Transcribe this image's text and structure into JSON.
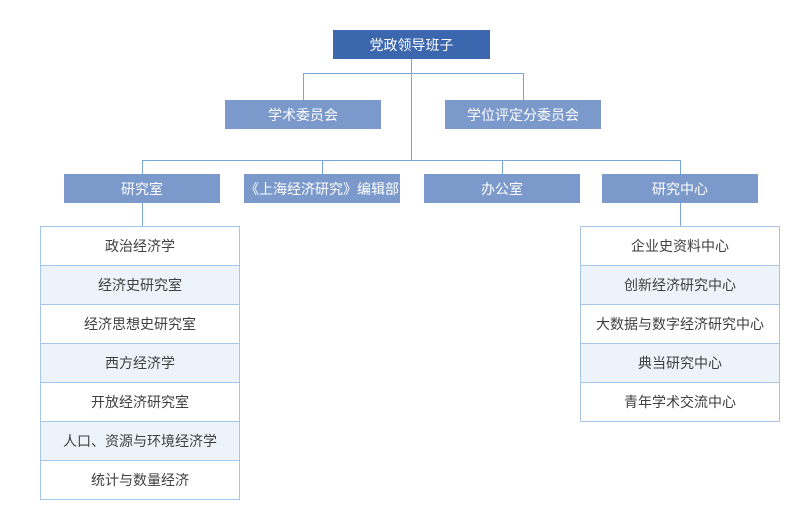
{
  "org": {
    "root": {
      "label": "党政领导班子"
    },
    "committees": [
      {
        "label": "学术委员会"
      },
      {
        "label": "学位评定分委员会"
      }
    ],
    "departments": [
      {
        "label": "研究室"
      },
      {
        "label": "《上海经济研究》编辑部"
      },
      {
        "label": "办公室"
      },
      {
        "label": "研究中心"
      }
    ],
    "research_offices": {
      "items": [
        "政治经济学",
        "经济史研究室",
        "经济思想史研究室",
        "西方经济学",
        "开放经济研究室",
        "人口、资源与环境经济学",
        "统计与数量经济"
      ]
    },
    "research_centers": {
      "items": [
        "企业史资料中心",
        "创新经济研究中心",
        "大数据与数字经济研究中心",
        "典当研究中心",
        "青年学术交流中心"
      ]
    }
  },
  "colors": {
    "root_box": "#3c67ae",
    "branch_box": "#7b99cb",
    "line": "#7aa6d6",
    "list_border": "#a6c6e6",
    "list_alt": "#edf3fa"
  }
}
